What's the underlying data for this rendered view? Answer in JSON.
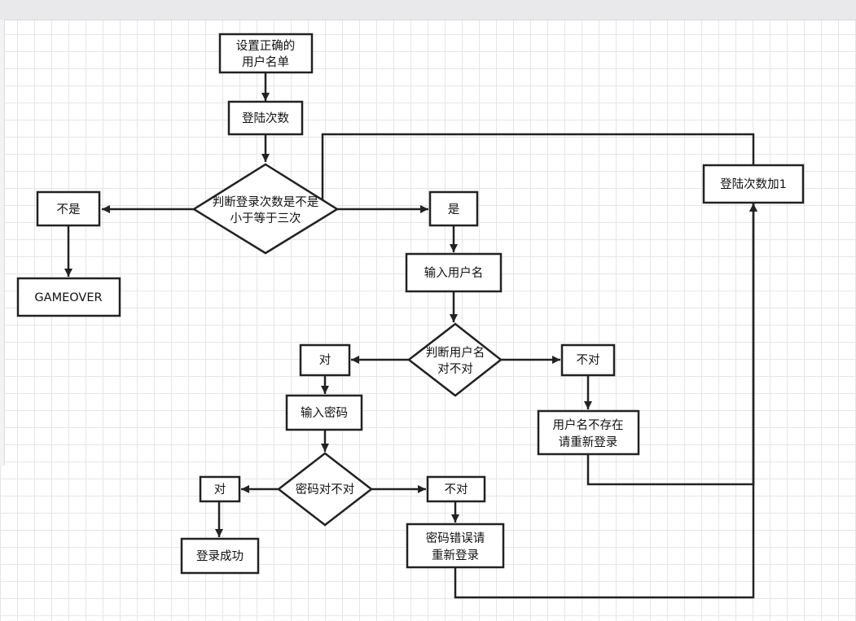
{
  "nodes": {
    "set_user_list": [
      "设置正确的",
      "用户名单"
    ],
    "login_count": "登陆次数",
    "check_count": [
      "判断登录次数是不是",
      "小于等于三次"
    ],
    "no_label": "不是",
    "game_over": "GAMEOVER",
    "yes_label": "是",
    "input_username": "输入用户名",
    "check_username": [
      "判断用户名",
      "对不对"
    ],
    "user_correct_label": "对",
    "user_wrong_label": "不对",
    "user_not_exist": [
      "用户名不存在",
      "请重新登录"
    ],
    "input_password": "输入密码",
    "check_password": "密码对不对",
    "pwd_correct_label": "对",
    "pwd_wrong_label": "不对",
    "login_success": "登录成功",
    "pwd_error": [
      "密码错误请",
      "重新登录"
    ],
    "increment_count": "登陆次数加1"
  },
  "colors": {
    "stroke": "#222222",
    "grid": "#e6e6e6",
    "text": "#111111"
  }
}
